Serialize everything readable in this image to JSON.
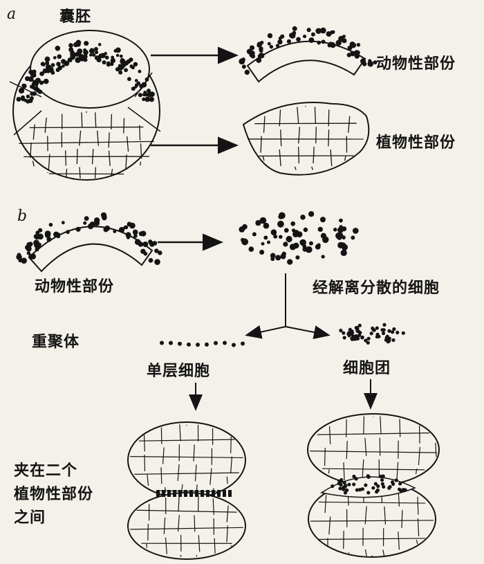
{
  "panel_a": {
    "letter": "a",
    "blastula": "囊胚",
    "animal_part": "动物性部份",
    "vegetal_part": "植物性部份"
  },
  "panel_b": {
    "letter": "b",
    "animal_part": "动物性部份",
    "dissociated_cells": "经解离分散的细胞",
    "reaggregate": "重聚体",
    "single_layer": "单层细胞",
    "cell_mass": "细胞团",
    "sandwich_lines": [
      "夹在二个",
      "植物性部份",
      "之间"
    ]
  },
  "colors": {
    "ink": "#141414",
    "paper": "#f4f1ea"
  }
}
